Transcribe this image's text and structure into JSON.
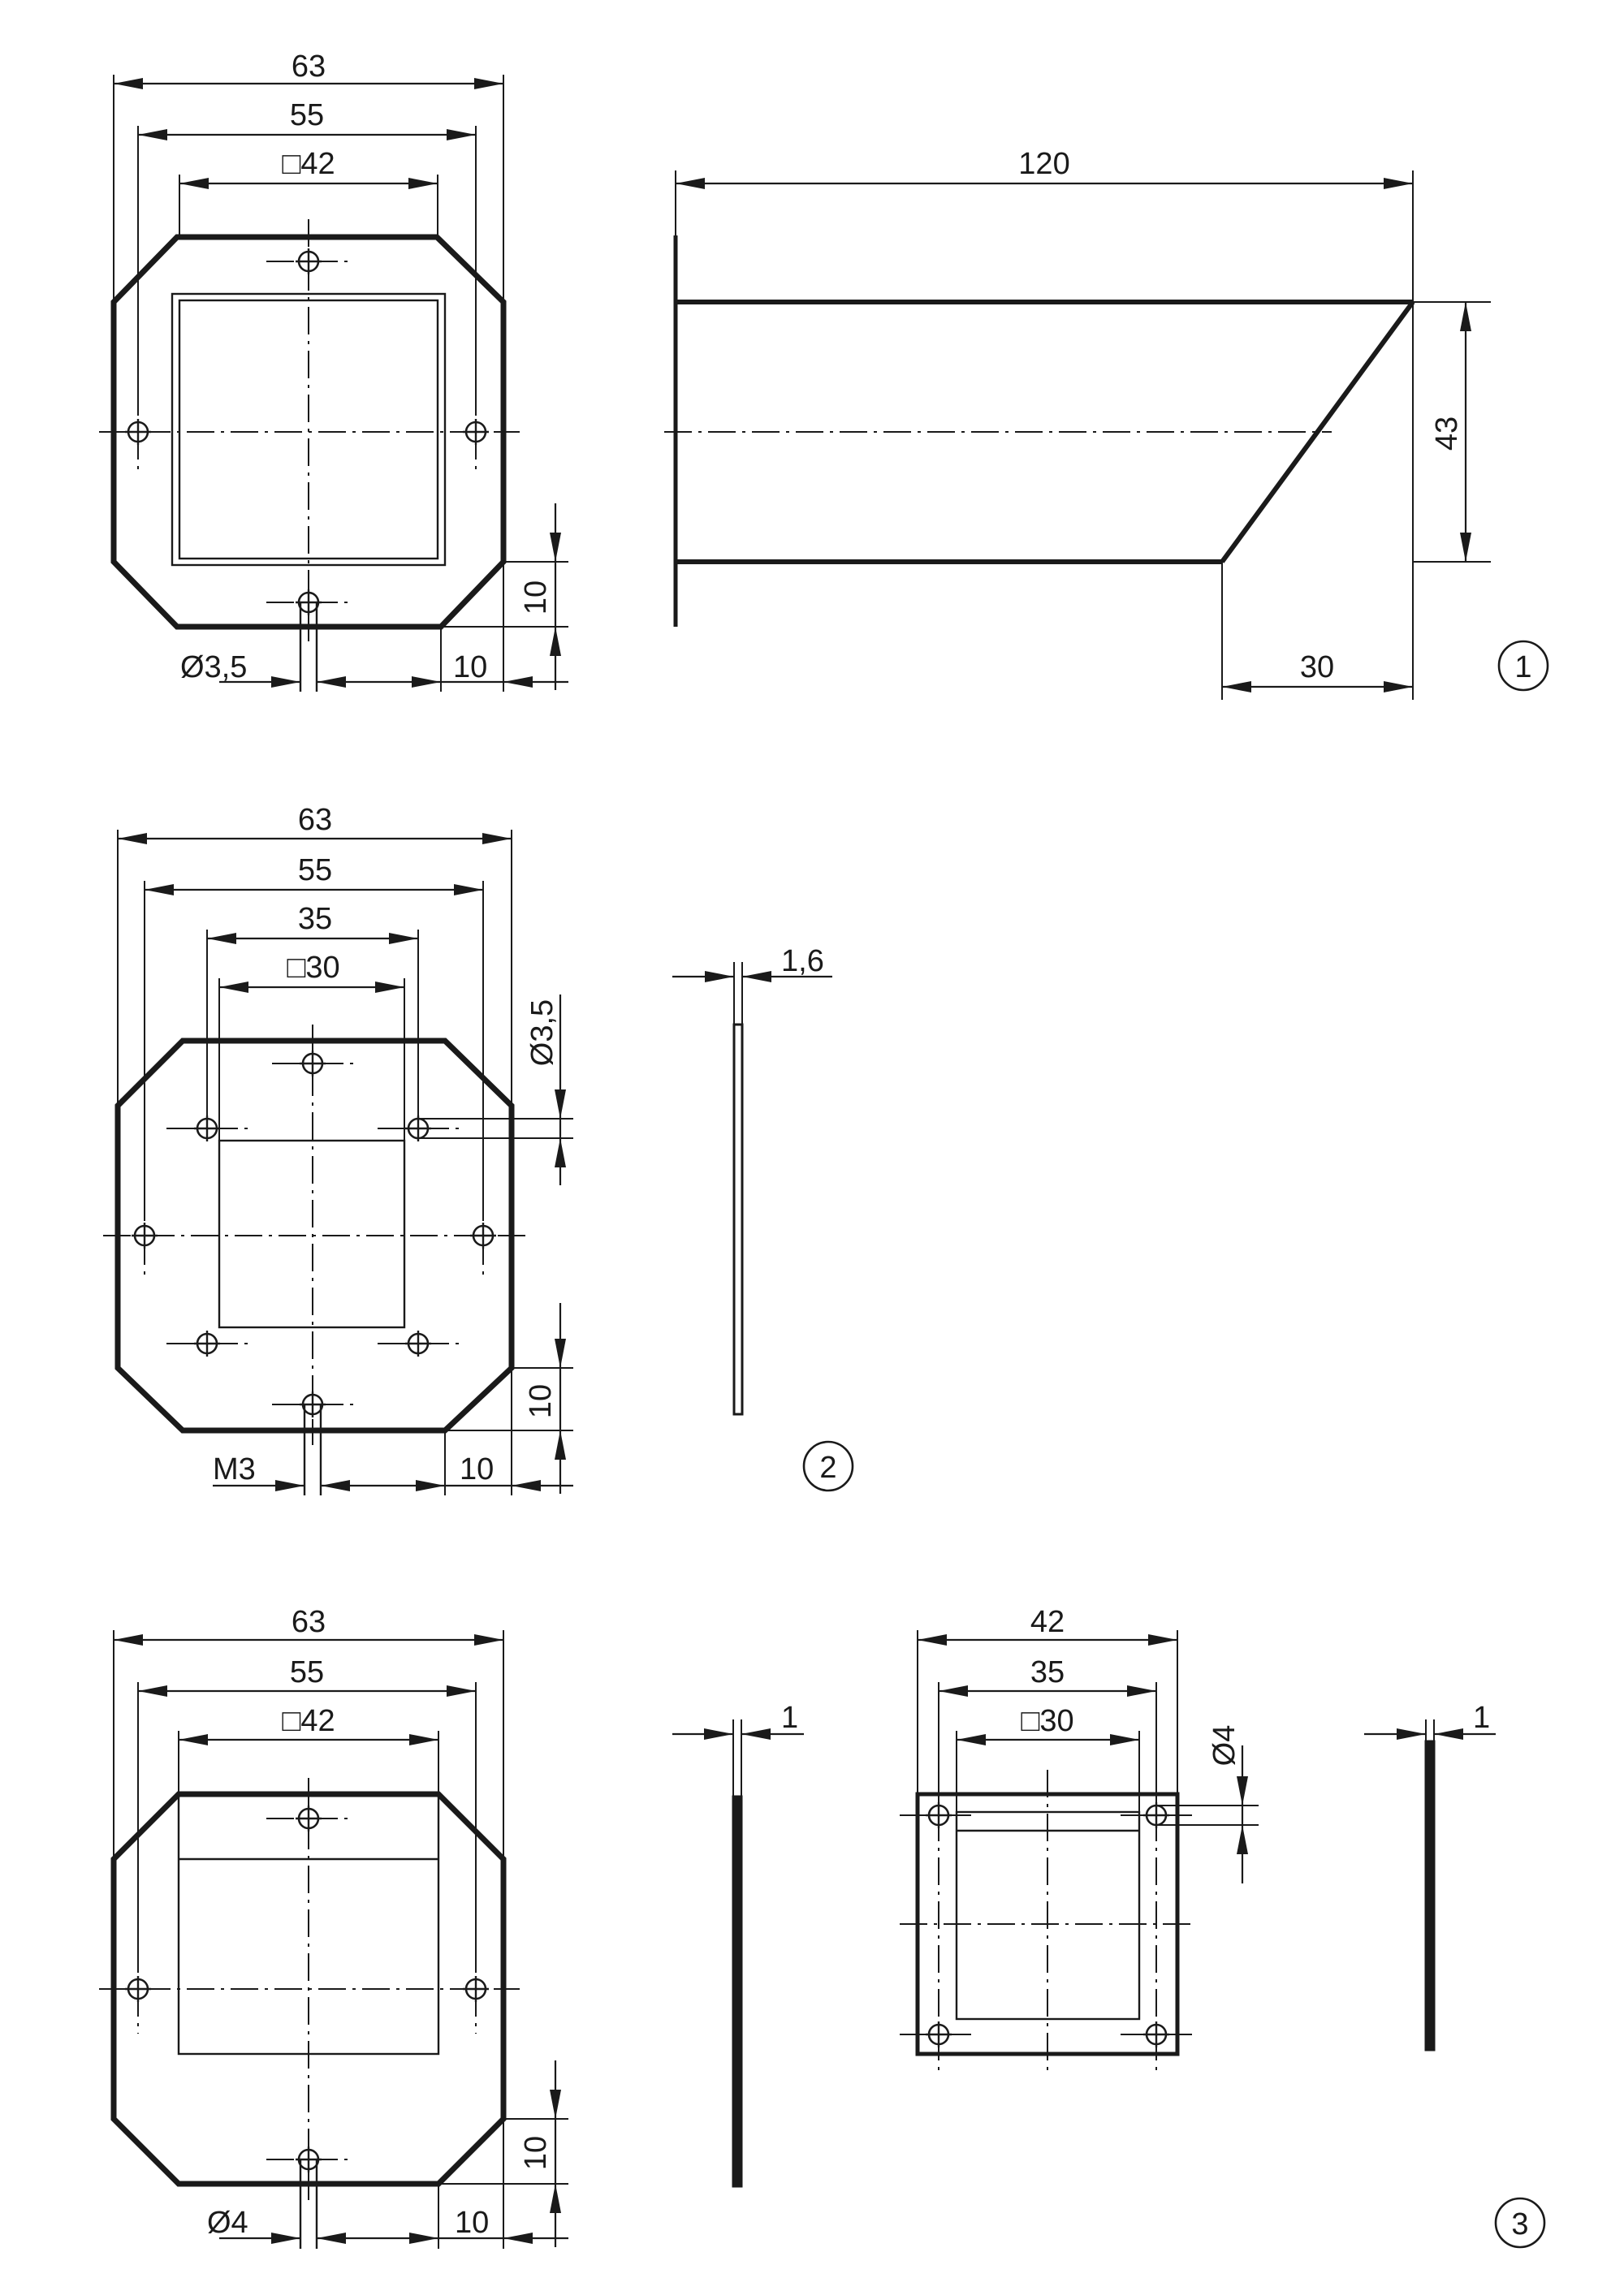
{
  "views": {
    "v1": {
      "d63": "63",
      "d55": "55",
      "sq42": "□42",
      "hole": "Ø3,5",
      "corner_h": "10",
      "corner_v": "10",
      "len": "120",
      "height": "43",
      "bevel": "30",
      "callout": "1"
    },
    "v2": {
      "d63": "63",
      "d55": "55",
      "d35": "35",
      "sq30": "□30",
      "hole": "Ø3,5",
      "thread": "M3",
      "corner_h": "10",
      "corner_v": "10",
      "thick": "1,6",
      "callout": "2"
    },
    "v3": {
      "d63": "63",
      "d55": "55",
      "sq42": "□42",
      "hole": "Ø4",
      "corner_h": "10",
      "corner_v": "10",
      "thick_a": "1",
      "s42": "42",
      "s35": "35",
      "ssq30": "□30",
      "shole": "Ø4",
      "thick_b": "1",
      "callout": "3"
    }
  }
}
